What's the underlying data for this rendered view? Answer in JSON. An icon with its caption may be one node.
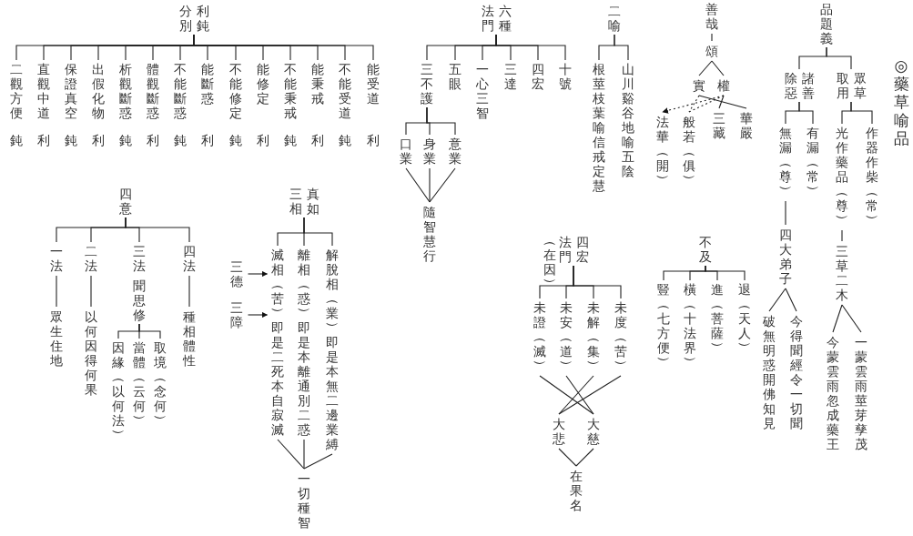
{
  "diagram": {
    "title": "◎藥草喻品",
    "nodes": [
      {
        "text": [
          "品題義"
        ]
      },
      {
        "text": [
          "眾草取用"
        ]
      },
      {
        "text": [
          "諸善除惡"
        ]
      },
      {
        "text": [
          "作器作柴（常）"
        ]
      },
      {
        "text": [
          "光作藥品（尊）"
        ]
      },
      {
        "text": [
          "三草二木"
        ]
      },
      {
        "text": [
          "一蒙雲雨莖芽孳茂"
        ]
      },
      {
        "text": [
          "今蒙雲雨忽成藥王"
        ]
      },
      {
        "text": [
          "有漏（常）"
        ]
      },
      {
        "text": [
          "無漏（尊）"
        ]
      },
      {
        "text": [
          "四大弟子"
        ]
      },
      {
        "text": [
          "今得聞經令一切聞"
        ]
      },
      {
        "text": [
          "破無明惑開佛知見"
        ]
      },
      {
        "text": [
          "善哉"
        ]
      },
      {
        "text": [
          "頌"
        ]
      },
      {
        "text": [
          "權"
        ]
      },
      {
        "text": [
          "實"
        ]
      },
      {
        "text": [
          "華嚴"
        ]
      },
      {
        "text": [
          "三藏"
        ]
      },
      {
        "text": [
          "般若（俱）"
        ]
      },
      {
        "text": [
          "法華（開）"
        ]
      },
      {
        "text": [
          "不及"
        ]
      },
      {
        "text": [
          "退（天人）"
        ]
      },
      {
        "text": [
          "進（菩薩）"
        ]
      },
      {
        "text": [
          "橫（十法界）"
        ]
      },
      {
        "text": [
          "豎（七方便）"
        ]
      },
      {
        "text": [
          "四宏法門"
        ],
        "beside": [
          "（在因）"
        ]
      },
      {
        "text": [
          "未度（苦）"
        ]
      },
      {
        "text": [
          "未解（集）"
        ]
      },
      {
        "text": [
          "未安（道）"
        ]
      },
      {
        "text": [
          "未證（滅）"
        ]
      },
      {
        "text": [
          "大慈"
        ]
      },
      {
        "text": [
          "大悲"
        ]
      },
      {
        "text": [
          "在果名"
        ]
      },
      {
        "text": [
          "二喻"
        ]
      },
      {
        "text": [
          "山川谿谷地喻五陰"
        ]
      },
      {
        "text": [
          "根莖枝葉喻信戒定慧"
        ]
      },
      {
        "text": [
          "六種法門"
        ]
      },
      {
        "text": [
          "十號"
        ]
      },
      {
        "text": [
          "四宏"
        ]
      },
      {
        "text": [
          "三達"
        ]
      },
      {
        "text": [
          "一心三智"
        ]
      },
      {
        "text": [
          "五眼"
        ]
      },
      {
        "text": [
          "三不護"
        ]
      },
      {
        "text": [
          "意業"
        ]
      },
      {
        "text": [
          "身業"
        ]
      },
      {
        "text": [
          "口業"
        ]
      },
      {
        "text": [
          "隨智慧行"
        ]
      },
      {
        "text": [
          "利鈍分別"
        ]
      },
      {
        "text": [
          "能受道"
        ],
        "beside": [
          "利"
        ]
      },
      {
        "text": [
          "不能受道"
        ],
        "beside": [
          "鈍"
        ]
      },
      {
        "text": [
          "能秉戒"
        ],
        "beside": [
          "利"
        ]
      },
      {
        "text": [
          "不能秉戒"
        ],
        "beside": [
          "鈍"
        ]
      },
      {
        "text": [
          "能修定"
        ],
        "beside": [
          "利"
        ]
      },
      {
        "text": [
          "不能修定"
        ],
        "beside": [
          "鈍"
        ]
      },
      {
        "text": [
          "能斷惑"
        ],
        "beside": [
          "利"
        ]
      },
      {
        "text": [
          "不能斷惑"
        ],
        "beside": [
          "鈍"
        ]
      },
      {
        "text": [
          "體觀斷惑"
        ],
        "beside": [
          "利"
        ]
      },
      {
        "text": [
          "析觀斷惑"
        ],
        "beside": [
          "鈍"
        ]
      },
      {
        "text": [
          "出假化物"
        ],
        "beside": [
          "利"
        ]
      },
      {
        "text": [
          "保證真空"
        ],
        "beside": [
          "鈍"
        ]
      },
      {
        "text": [
          "直觀中道"
        ],
        "beside": [
          "利"
        ]
      },
      {
        "text": [
          "二觀方便"
        ],
        "beside": [
          "鈍"
        ]
      },
      {
        "text": [
          "真如三相"
        ]
      },
      {
        "text": [
          "解脫相（業）即是本無二邊業縛"
        ]
      },
      {
        "text": [
          "離相（惑）即是本離通別二惑"
        ]
      },
      {
        "text": [
          "滅相（苦）即是二死本自寂滅"
        ]
      },
      {
        "text": [
          "一切種智"
        ]
      },
      {
        "text": [
          "三德"
        ]
      },
      {
        "text": [
          "三障"
        ]
      },
      {
        "text": [
          "四意"
        ]
      },
      {
        "text": [
          "四法"
        ]
      },
      {
        "text": [
          "三法"
        ]
      },
      {
        "text": [
          "二法"
        ]
      },
      {
        "text": [
          "一法"
        ]
      },
      {
        "text": [
          "種相體性"
        ]
      },
      {
        "text": [
          "聞思修"
        ]
      },
      {
        "text": [
          "取境（念何）"
        ]
      },
      {
        "text": [
          "當體（云何）"
        ]
      },
      {
        "text": [
          "因緣（以何法）"
        ]
      },
      {
        "text": [
          "以何因得何果"
        ]
      },
      {
        "text": [
          "眾生住地"
        ]
      }
    ],
    "edges": [
      {
        "from": 0,
        "to": 1,
        "arrow": "none"
      },
      {
        "from": 0,
        "to": 2,
        "arrow": "none"
      },
      {
        "from": 1,
        "to": 3,
        "arrow": "none"
      },
      {
        "from": 1,
        "to": 4,
        "arrow": "none"
      },
      {
        "from": 4,
        "to": 5,
        "arrow": "none"
      },
      {
        "from": 5,
        "to": 6,
        "arrow": "none"
      },
      {
        "from": 5,
        "to": 7,
        "arrow": "none"
      },
      {
        "from": 2,
        "to": 8,
        "arrow": "none"
      },
      {
        "from": 2,
        "to": 9,
        "arrow": "none"
      },
      {
        "from": 9,
        "to": 10,
        "arrow": "none"
      },
      {
        "from": 10,
        "to": 11,
        "arrow": "none"
      },
      {
        "from": 10,
        "to": 12,
        "arrow": "none"
      },
      {
        "from": 13,
        "to": 14,
        "arrow": "none"
      },
      {
        "from": 14,
        "to": 15,
        "arrow": "none"
      },
      {
        "from": 14,
        "to": 16,
        "arrow": "none"
      },
      {
        "from": 15,
        "to": 18,
        "arrow": "none"
      },
      {
        "from": 16,
        "to": 17,
        "arrow": "none"
      },
      {
        "from": 16,
        "to": 19,
        "arrow": "none",
        "style": "dashed"
      },
      {
        "from": 15,
        "to": 19,
        "arrow": "none",
        "style": "dashed"
      },
      {
        "from": 15,
        "to": 20,
        "arrow": "to",
        "style": "dashed"
      },
      {
        "from": 21,
        "to": 22,
        "arrow": "none"
      },
      {
        "from": 21,
        "to": 23,
        "arrow": "none"
      },
      {
        "from": 21,
        "to": 24,
        "arrow": "none"
      },
      {
        "from": 21,
        "to": 25,
        "arrow": "none"
      },
      {
        "from": 26,
        "to": 27,
        "arrow": "none"
      },
      {
        "from": 26,
        "to": 28,
        "arrow": "none"
      },
      {
        "from": 26,
        "to": 29,
        "arrow": "none"
      },
      {
        "from": 26,
        "to": 30,
        "arrow": "none"
      },
      {
        "from": 27,
        "to": 32,
        "arrow": "none"
      },
      {
        "from": 28,
        "to": 32,
        "arrow": "none"
      },
      {
        "from": 29,
        "to": 31,
        "arrow": "none"
      },
      {
        "from": 30,
        "to": 31,
        "arrow": "none"
      },
      {
        "from": 32,
        "to": 33,
        "arrow": "none"
      },
      {
        "from": 31,
        "to": 33,
        "arrow": "none"
      },
      {
        "from": 34,
        "to": 35,
        "arrow": "none"
      },
      {
        "from": 34,
        "to": 36,
        "arrow": "none"
      },
      {
        "from": 37,
        "to": 38,
        "arrow": "none"
      },
      {
        "from": 37,
        "to": 39,
        "arrow": "none"
      },
      {
        "from": 37,
        "to": 40,
        "arrow": "none"
      },
      {
        "from": 37,
        "to": 41,
        "arrow": "none"
      },
      {
        "from": 37,
        "to": 42,
        "arrow": "none"
      },
      {
        "from": 37,
        "to": 43,
        "arrow": "none"
      },
      {
        "from": 43,
        "to": 44,
        "arrow": "none"
      },
      {
        "from": 43,
        "to": 45,
        "arrow": "none"
      },
      {
        "from": 43,
        "to": 46,
        "arrow": "none"
      },
      {
        "from": 44,
        "to": 47,
        "arrow": "none"
      },
      {
        "from": 45,
        "to": 47,
        "arrow": "none"
      },
      {
        "from": 46,
        "to": 47,
        "arrow": "none"
      },
      {
        "from": 48,
        "to": 49,
        "arrow": "none"
      },
      {
        "from": 48,
        "to": 50,
        "arrow": "none"
      },
      {
        "from": 48,
        "to": 51,
        "arrow": "none"
      },
      {
        "from": 48,
        "to": 52,
        "arrow": "none"
      },
      {
        "from": 48,
        "to": 53,
        "arrow": "none"
      },
      {
        "from": 48,
        "to": 54,
        "arrow": "none"
      },
      {
        "from": 48,
        "to": 55,
        "arrow": "none"
      },
      {
        "from": 48,
        "to": 56,
        "arrow": "none"
      },
      {
        "from": 48,
        "to": 57,
        "arrow": "none"
      },
      {
        "from": 48,
        "to": 58,
        "arrow": "none"
      },
      {
        "from": 48,
        "to": 59,
        "arrow": "none"
      },
      {
        "from": 48,
        "to": 60,
        "arrow": "none"
      },
      {
        "from": 48,
        "to": 61,
        "arrow": "none"
      },
      {
        "from": 48,
        "to": 62,
        "arrow": "none"
      },
      {
        "from": 63,
        "to": 64,
        "arrow": "none"
      },
      {
        "from": 63,
        "to": 65,
        "arrow": "none"
      },
      {
        "from": 63,
        "to": 66,
        "arrow": "none"
      },
      {
        "from": 64,
        "to": 67,
        "arrow": "none"
      },
      {
        "from": 65,
        "to": 67,
        "arrow": "none"
      },
      {
        "from": 66,
        "to": 67,
        "arrow": "none"
      },
      {
        "from": 68,
        "to": 66,
        "arrow": "to"
      },
      {
        "from": 69,
        "to": 66,
        "arrow": "to"
      },
      {
        "from": 70,
        "to": 71,
        "arrow": "none"
      },
      {
        "from": 70,
        "to": 72,
        "arrow": "none"
      },
      {
        "from": 70,
        "to": 73,
        "arrow": "none"
      },
      {
        "from": 70,
        "to": 74,
        "arrow": "none"
      },
      {
        "from": 71,
        "to": 75,
        "arrow": "none"
      },
      {
        "from": 76,
        "to": 77,
        "arrow": "none"
      },
      {
        "from": 76,
        "to": 78,
        "arrow": "none"
      },
      {
        "from": 76,
        "to": 79,
        "arrow": "none"
      },
      {
        "from": 73,
        "to": 80,
        "arrow": "none"
      },
      {
        "from": 74,
        "to": 81,
        "arrow": "none"
      }
    ]
  }
}
